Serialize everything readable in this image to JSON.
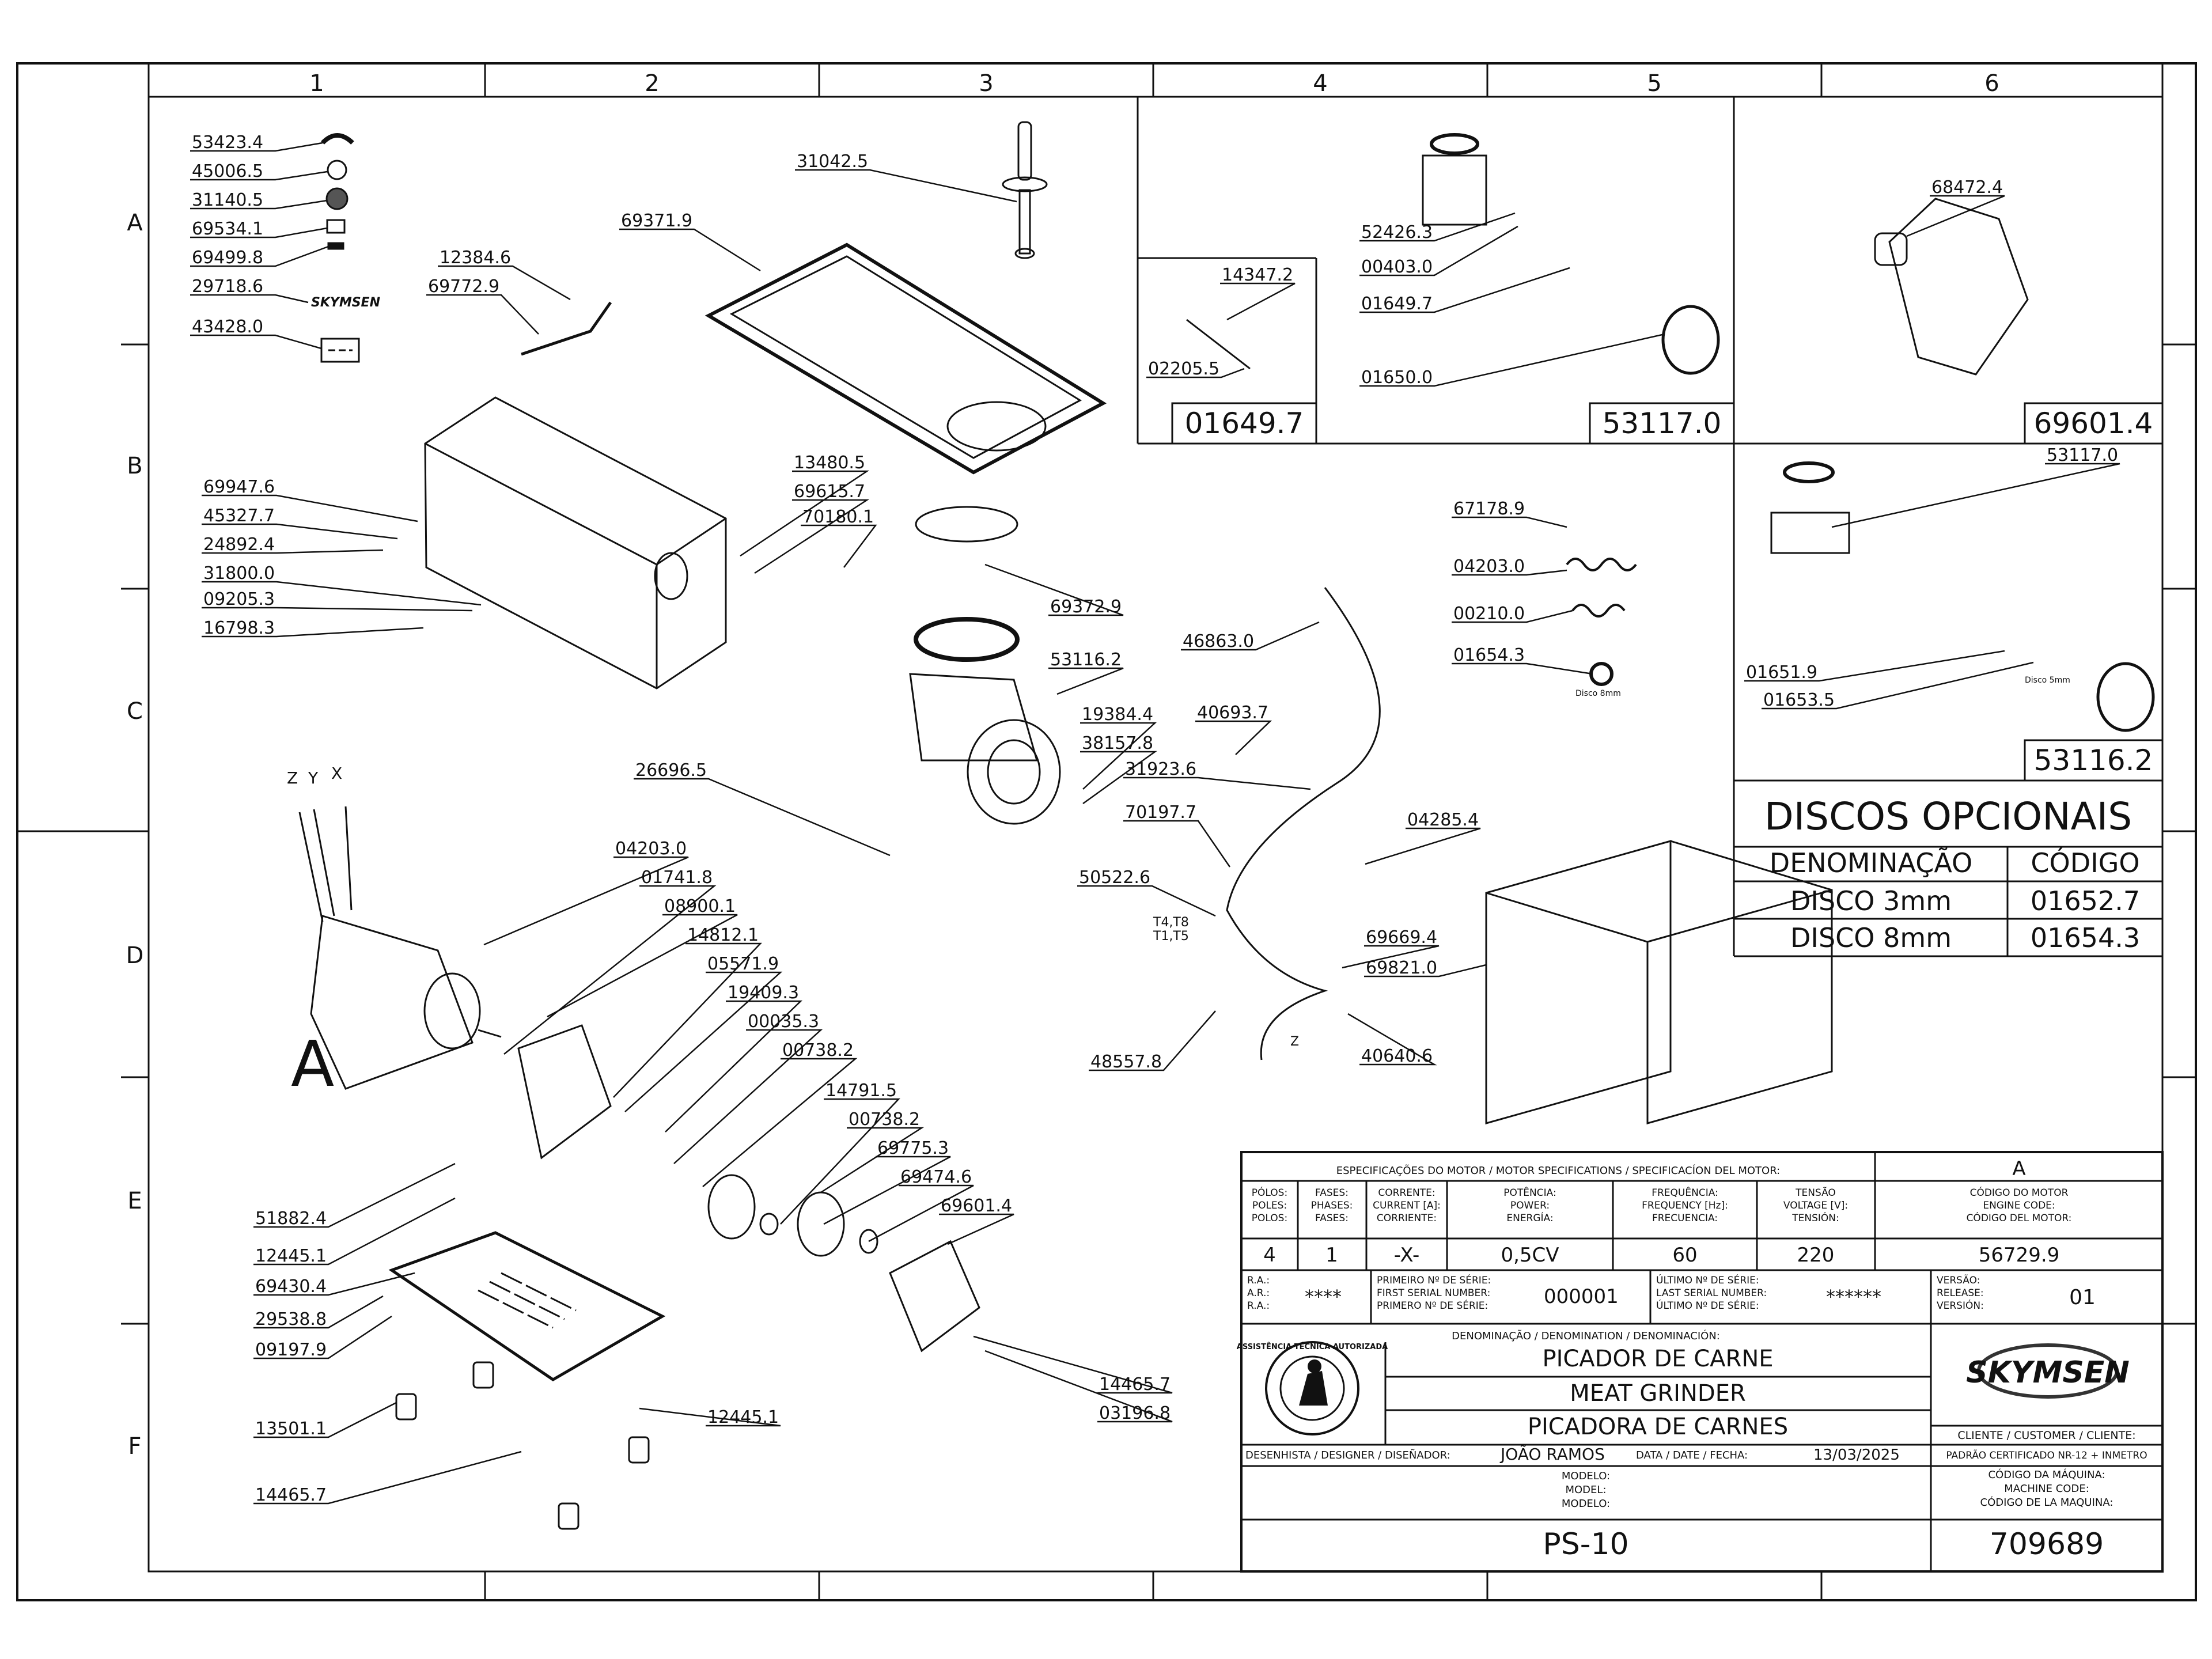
{
  "grid": {
    "columns": [
      "1",
      "2",
      "3",
      "4",
      "5",
      "6"
    ],
    "rows": [
      "A",
      "B",
      "C",
      "D",
      "E",
      "F"
    ]
  },
  "parts": [
    {
      "code": "53423.4",
      "icon": "wrench-arc-icon"
    },
    {
      "code": "45006.5",
      "icon": "disc-icon"
    },
    {
      "code": "31140.5",
      "icon": "blade-icon"
    },
    {
      "code": "69534.1",
      "icon": "label-icon"
    },
    {
      "code": "69499.8",
      "icon": "label-icon"
    },
    {
      "code": "29718.6",
      "icon": "skymsen-logo-icon"
    },
    {
      "code": "43428.0",
      "icon": "sticker-icon"
    },
    {
      "code": "31042.5",
      "icon": "pusher-icon"
    },
    {
      "code": "69371.9",
      "icon": "tray-icon"
    },
    {
      "code": "12384.6",
      "icon": "bracket-icon"
    },
    {
      "code": "69772.9",
      "icon": "screw-icon"
    },
    {
      "code": "69947.6"
    },
    {
      "code": "45327.7"
    },
    {
      "code": "24892.4"
    },
    {
      "code": "31800.0"
    },
    {
      "code": "09205.3"
    },
    {
      "code": "16798.3"
    },
    {
      "code": "13480.5"
    },
    {
      "code": "69615.7"
    },
    {
      "code": "70180.1"
    },
    {
      "code": "69372.9"
    },
    {
      "code": "53116.2"
    },
    {
      "code": "19384.4"
    },
    {
      "code": "38157.8"
    },
    {
      "code": "26696.5"
    },
    {
      "code": "04203.0"
    },
    {
      "code": "01741.8"
    },
    {
      "code": "08900.1"
    },
    {
      "code": "14812.1"
    },
    {
      "code": "05571.9"
    },
    {
      "code": "19409.3"
    },
    {
      "code": "00035.3"
    },
    {
      "code": "00738.2"
    },
    {
      "code": "14791.5"
    },
    {
      "code": "69775.3"
    },
    {
      "code": "69474.6"
    },
    {
      "code": "69601.4"
    },
    {
      "code": "51882.4"
    },
    {
      "code": "12445.1"
    },
    {
      "code": "69430.4"
    },
    {
      "code": "29538.8"
    },
    {
      "code": "09197.9"
    },
    {
      "code": "13501.1"
    },
    {
      "code": "14465.7"
    },
    {
      "code": "03196.8"
    },
    {
      "code": "67178.9"
    },
    {
      "code": "00210.0"
    },
    {
      "code": "01654.3"
    },
    {
      "code": "46863.0"
    },
    {
      "code": "40693.7"
    },
    {
      "code": "31923.6"
    },
    {
      "code": "70197.7"
    },
    {
      "code": "04285.4"
    },
    {
      "code": "50522.6"
    },
    {
      "code": "69669.4"
    },
    {
      "code": "69821.0"
    },
    {
      "code": "48557.8"
    },
    {
      "code": "40640.6"
    },
    {
      "code": "14347.2"
    },
    {
      "code": "02205.5"
    },
    {
      "code": "52426.3"
    },
    {
      "code": "00403.0"
    },
    {
      "code": "01649.7"
    },
    {
      "code": "01650.0"
    },
    {
      "code": "68472.4"
    },
    {
      "code": "53117.0"
    },
    {
      "code": "01651.9"
    },
    {
      "code": "01653.5"
    }
  ],
  "motor_letter": "A",
  "wire_letters": [
    "Z",
    "Y",
    "X"
  ],
  "wire_small": [
    "T4,T8",
    "T1,T5",
    "Z"
  ],
  "disc_small": "Disco 8mm",
  "disc_small_2": "Disco 5mm",
  "kits": {
    "kit1": "01649.7",
    "kit2": "53117.0",
    "kit3": "69601.4",
    "kit4": "53116.2"
  },
  "optional_discs": {
    "title": "DISCOS OPCIONAIS",
    "col_name": "DENOMINAÇÃO",
    "col_code": "CÓDIGO",
    "rows": [
      {
        "name": "DISCO 3mm",
        "code": "01652.7"
      },
      {
        "name": "DISCO 8mm",
        "code": "01654.3"
      }
    ]
  },
  "title_block": {
    "motor_spec_title": "ESPECIFICAÇÕES DO MOTOR / MOTOR SPECIFICATIONS / SPECIFICACÍON DEL MOTOR:",
    "revision": "A",
    "headers": [
      [
        "PÓLOS:",
        "POLES:",
        "POLOS:"
      ],
      [
        "FASES:",
        "PHASES:",
        "FASES:"
      ],
      [
        "CORRENTE:",
        "CURRENT [A]:",
        "CORRIENTE:"
      ],
      [
        "POTÊNCIA:",
        "POWER:",
        "ENERGÍA:"
      ],
      [
        "FREQUÊNCIA:",
        "FREQUENCY [Hz]:",
        "FRECUENCIA:"
      ],
      [
        "TENSÃO",
        "VOLTAGE [V]:",
        "TENSIÓN:"
      ],
      [
        "CÓDIGO DO MOTOR",
        "ENGINE CODE:",
        "CÓDIGO DEL MOTOR:"
      ]
    ],
    "values": [
      "4",
      "1",
      "-X-",
      "0,5CV",
      "60",
      "220",
      "56729.9"
    ],
    "ra_labels": [
      "R.A.:",
      "A.R.:",
      "R.A.:"
    ],
    "ra_value": "****",
    "first_serial_labels": [
      "PRIMEIRO Nº DE SÉRIE:",
      "FIRST SERIAL NUMBER:",
      "PRIMERO Nº DE SÉRIE:"
    ],
    "first_serial": "000001",
    "last_serial_labels": [
      "ÚLTIMO Nº DE SÉRIE:",
      "LAST SERIAL NUMBER:",
      "ÚLTIMO Nº DE SÉRIE:"
    ],
    "last_serial": "******",
    "version_labels": [
      "VERSÃO:",
      "RELEASE:",
      "VERSIÓN:"
    ],
    "version": "01",
    "denomination_label": "DENOMINAÇÃO / DENOMINATION / DENOMINACIÓN:",
    "names": [
      "PICADOR DE CARNE",
      "MEAT GRINDER",
      "PICADORA DE CARNES"
    ],
    "seal_text": "ASSISTÊNCIA TÉCNICA AUTORIZADA",
    "brand": "SKYMSEN",
    "client_label": "CLIENTE / CUSTOMER / CLIENTE:",
    "client_value": "PADRÃO CERTIFICADO NR-12 + INMETRO",
    "designer_label": "DESENHISTA / DESIGNER / DISEÑADOR:",
    "designer": "JOÃO RAMOS",
    "date_label": "DATA / DATE / FECHA:",
    "date": "13/03/2025",
    "model_labels": [
      "MODELO:",
      "MODEL:",
      "MODELO:"
    ],
    "model": "PS-10",
    "machine_code_labels": [
      "CÓDIGO DA MÁQUINA:",
      "MACHINE CODE:",
      "CÓDIGO DE LA MAQUINA:"
    ],
    "machine_code": "709689"
  }
}
